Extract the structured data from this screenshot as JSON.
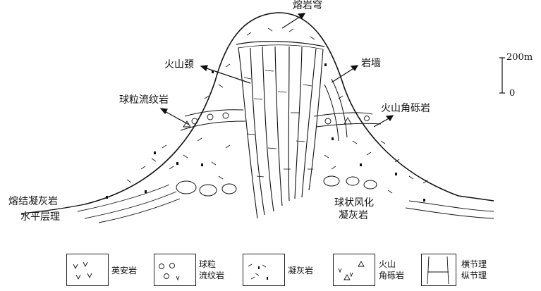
{
  "labels": {
    "dome": "熔岩穹",
    "neck": "火山颈",
    "dike": "岩墙",
    "spherulitic_rhyolite": "球粒流纹岩",
    "volcanic_breccia": "火山角砾岩",
    "welded_tuff": "熔结凝灰岩",
    "horizontal_bedding": "水平层理",
    "spheroidal_weathering_line1": "球状风化",
    "spheroidal_weathering_line2": "凝灰岩"
  },
  "scale": {
    "top": "200m",
    "bottom": "0"
  },
  "legend": [
    {
      "text": "英安岩"
    },
    {
      "line1": "球粒",
      "line2": "流纹岩"
    },
    {
      "text": "凝灰岩"
    },
    {
      "line1": "火山",
      "line2": "角砾岩"
    },
    {
      "line1": "横节理",
      "line2": "纵节理"
    }
  ]
}
